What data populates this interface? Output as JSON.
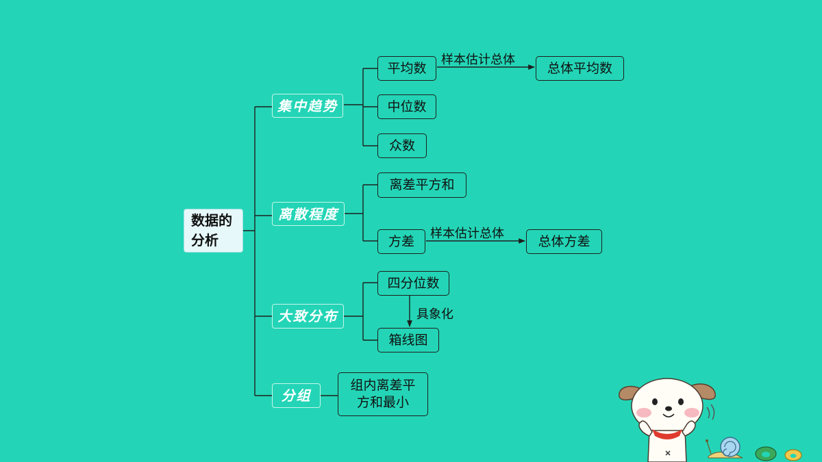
{
  "root": {
    "label": "数据的\n分析"
  },
  "categories": {
    "central": "集中趋势",
    "dispersion": "离散程度",
    "distribution": "大致分布",
    "grouping": "分组"
  },
  "nodes": {
    "mean": "平均数",
    "population_mean": "总体平均数",
    "median": "中位数",
    "mode": "众数",
    "sum_sq_dev": "离差平方和",
    "variance": "方差",
    "population_variance": "总体方差",
    "quartile": "四分位数",
    "boxplot": "箱线图",
    "group_min": "组内离差平\n方和最小"
  },
  "edge_labels": {
    "mean_to_pop": "样本估计总体",
    "var_to_pop": "样本估计总体",
    "quartile_to_box": "具象化"
  },
  "colors": {
    "background": "#23d5b6",
    "category_text": "#ffffff",
    "root_fill": "#e6f8f9"
  },
  "icons": [
    "puppy-mascot-icon",
    "snail-icon",
    "green-donut-icon",
    "yellow-donut-icon"
  ]
}
